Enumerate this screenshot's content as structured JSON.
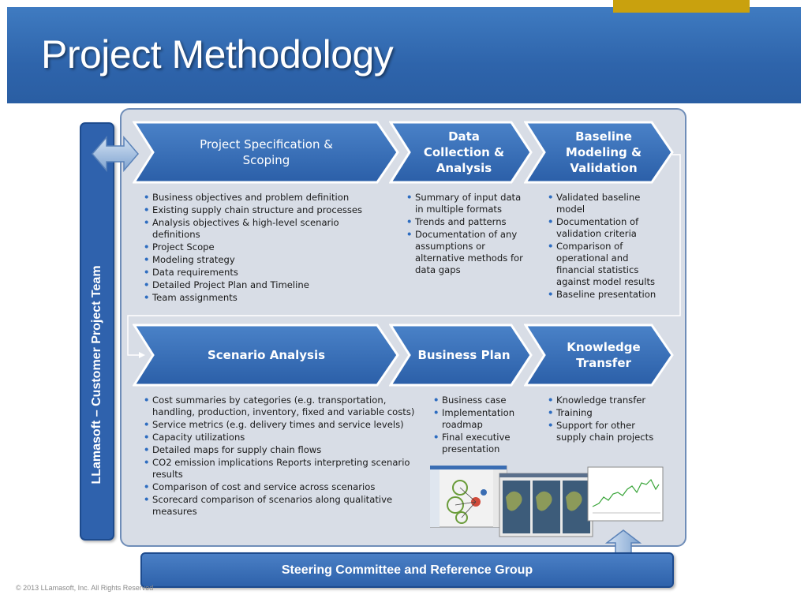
{
  "header": {
    "title": "Project Methodology"
  },
  "sidebar": {
    "label": "LLamasoft – Customer Project Team"
  },
  "stages_row1": [
    {
      "label": "Project Specification & Scoping",
      "bullets": [
        "Business objectives and problem definition",
        "Existing supply chain structure and processes",
        "Analysis objectives & high-level scenario definitions",
        "Project Scope",
        "Modeling strategy",
        "Data requirements",
        "Detailed Project Plan and Timeline",
        "Team assignments"
      ]
    },
    {
      "label": "Data Collection & Analysis",
      "bullets": [
        "Summary of input data in multiple formats",
        "Trends and patterns",
        "Documentation of any assumptions or alternative methods for data gaps"
      ]
    },
    {
      "label": "Baseline Modeling & Validation",
      "bullets": [
        "Validated baseline model",
        "Documentation of validation criteria",
        "Comparison of operational and financial statistics against model results",
        "Baseline presentation"
      ]
    }
  ],
  "stages_row2": [
    {
      "label": "Scenario Analysis",
      "bullets": [
        "Cost summaries by categories (e.g. transportation, handling, production, inventory, fixed and variable costs)",
        "Service metrics (e.g. delivery times and service levels)",
        "Capacity utilizations",
        "Detailed maps for supply chain flows",
        "CO2 emission implications Reports interpreting scenario results",
        "Comparison of cost and service across scenarios",
        "Scorecard comparison of scenarios along qualitative measures"
      ]
    },
    {
      "label": "Business Plan",
      "bullets": [
        "Business case",
        "Implementation roadmap",
        "Final executive presentation"
      ]
    },
    {
      "label": "Knowledge Transfer",
      "bullets": [
        "Knowledge transfer",
        "Training",
        "Support for other supply chain projects"
      ]
    }
  ],
  "steering": {
    "label": "Steering Committee and Reference Group"
  },
  "footer": {
    "copyright": "© 2013 LLamasoft, Inc. All Rights Reserved"
  },
  "colors": {
    "brand_blue": "#2f62ad",
    "accent_gold": "#c9a10e",
    "panel": "#d8dde6"
  }
}
